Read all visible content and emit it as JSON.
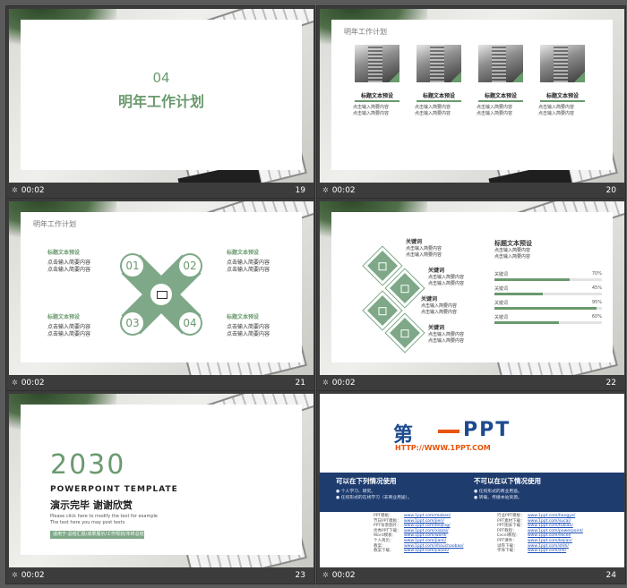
{
  "slides": [
    {
      "number": "19",
      "time": "00:02",
      "heading_num": "04",
      "heading_title": "明年工作计划"
    },
    {
      "number": "20",
      "time": "00:02",
      "header": "明年工作计划",
      "photos": [
        {
          "label": "标题文本预设",
          "lines": [
            "点击输入简要内容",
            "点击输入简要内容"
          ]
        },
        {
          "label": "标题文本预设",
          "lines": [
            "点击输入简要内容",
            "点击输入简要内容"
          ]
        },
        {
          "label": "标题文本预设",
          "lines": [
            "点击输入简要内容",
            "点击输入简要内容"
          ]
        },
        {
          "label": "标题文本预设",
          "lines": [
            "点击输入简要内容",
            "点击输入简要内容"
          ]
        }
      ]
    },
    {
      "number": "21",
      "time": "00:02",
      "header": "明年工作计划",
      "items": [
        {
          "num": "01",
          "title": "标题文本预设",
          "lines": [
            "点击输入简要内容",
            "点击输入简要内容"
          ]
        },
        {
          "num": "02",
          "title": "标题文本预设",
          "lines": [
            "点击输入简要内容",
            "点击输入简要内容"
          ]
        },
        {
          "num": "03",
          "title": "标题文本预设",
          "lines": [
            "点击输入简要内容",
            "点击输入简要内容"
          ]
        },
        {
          "num": "04",
          "title": "标题文本预设",
          "lines": [
            "点击输入简要内容",
            "点击输入简要内容"
          ]
        }
      ]
    },
    {
      "number": "22",
      "time": "00:02",
      "keywords": [
        {
          "title": "关键词",
          "lines": [
            "点击输入简要内容",
            "点击输入简要内容"
          ]
        },
        {
          "title": "关键词",
          "lines": [
            "点击输入简要内容",
            "点击输入简要内容"
          ]
        },
        {
          "title": "关键词",
          "lines": [
            "点击输入简要内容",
            "点击输入简要内容"
          ]
        },
        {
          "title": "关键词",
          "lines": [
            "点击输入简要内容",
            "点击输入简要内容"
          ]
        }
      ],
      "right_title": "标题文本预设",
      "right_lines": [
        "点击输入简要内容",
        "点击输入简要内容"
      ],
      "bars": [
        {
          "label": "关键词",
          "pct_text": "70%",
          "value": 0.7
        },
        {
          "label": "关键词",
          "pct_text": "45%",
          "value": 0.45
        },
        {
          "label": "关键词",
          "pct_text": "95%",
          "value": 0.95
        },
        {
          "label": "关键词",
          "pct_text": "60%",
          "value": 0.6
        }
      ]
    },
    {
      "number": "23",
      "time": "00:02",
      "year": "2030",
      "template": "POWERPOINT TEMPLATE",
      "thanks": "演示完毕  谢谢欣赏",
      "small": [
        "Please click here to modify the text for example",
        "The text here you may post texts"
      ],
      "tag": "适用于:总结汇报/成果展示/工作规划/年终总结"
    },
    {
      "number": "24",
      "time": "00:02",
      "logo_first": "第",
      "logo_ppt": "PPT",
      "logo_url": "HTTP://WWW.1PPT.COM",
      "can_title": "可以在下列情况使用",
      "can_lines": [
        "个人学习、研究。",
        "任何形式的在线学习（非商业用途）。"
      ],
      "cannot_title": "不可以在以下情况使用",
      "cannot_lines": [
        "任何形式的商业用途。",
        "转载、传播本站资源。"
      ],
      "links_left": [
        {
          "k": "PPT模板：",
          "v": "www.1ppt.com/moban/"
        },
        {
          "k": "节日PPT模板：",
          "v": "www.1ppt.com/jieri/"
        },
        {
          "k": "PPT背景图片：",
          "v": "www.1ppt.com/beijing/"
        },
        {
          "k": "优秀PPT下载：",
          "v": "www.1ppt.com/xiazai/"
        },
        {
          "k": "Word模板：",
          "v": "www.1ppt.com/word/"
        },
        {
          "k": "个人简历：",
          "v": "www.1ppt.com/jianli/"
        },
        {
          "k": "教案：",
          "v": "www.1ppt.com/shouchaobao/"
        },
        {
          "k": "教案下载：",
          "v": "www.1ppt.com/jiaoan/"
        }
      ],
      "links_right": [
        {
          "k": "行业PPT模板：",
          "v": "www.1ppt.com/hangye/"
        },
        {
          "k": "PPT素材下载：",
          "v": "www.1ppt.com/sucai/"
        },
        {
          "k": "PPT图表下载：",
          "v": "www.1ppt.com/tubiao/"
        },
        {
          "k": "PPT教程：",
          "v": "www.1ppt.com/powerpoint/"
        },
        {
          "k": "Excel教程：",
          "v": "www.1ppt.com/excel/"
        },
        {
          "k": "PPT课件：",
          "v": "www.1ppt.com/kejian/"
        },
        {
          "k": "试卷下载：",
          "v": "www.1ppt.com/shiti/"
        },
        {
          "k": "字体下载：",
          "v": "www.1ppt.com/ziti/"
        }
      ]
    }
  ],
  "footer_icon": "star-icon"
}
